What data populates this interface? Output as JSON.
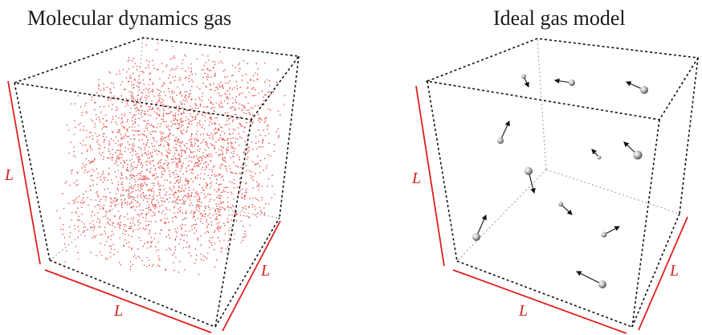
{
  "panels": [
    {
      "title": "Molecular dynamics gas",
      "edge_labels": [
        "L",
        "L",
        "L"
      ]
    },
    {
      "title": "Ideal gas model",
      "edge_labels": [
        "L",
        "L",
        "L"
      ]
    }
  ],
  "colors": {
    "dimension_line": "#e02020",
    "particle_dot": "#e85050",
    "box_edge": "#111111",
    "hidden_edge": "#999999"
  }
}
